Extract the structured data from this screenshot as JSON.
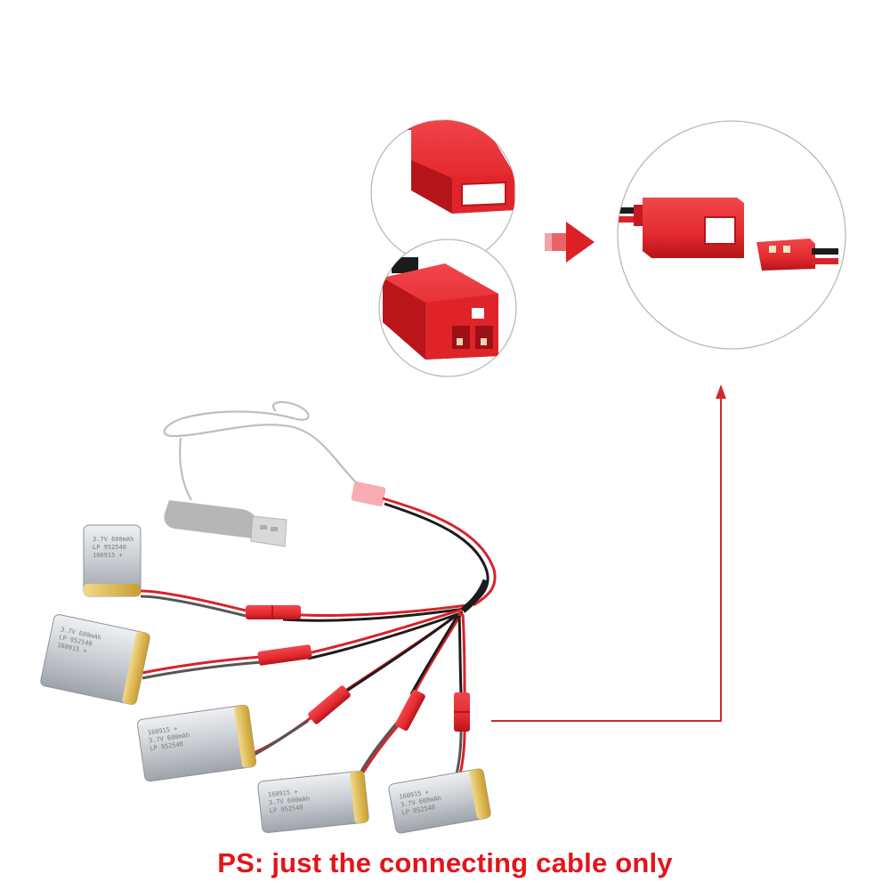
{
  "caption": {
    "text": "PS: just the connecting cable only",
    "color": "#e4141b"
  },
  "colors": {
    "connector_red": "#e42a2f",
    "connector_shadow": "#b5141a",
    "wire_red": "#d8232a",
    "wire_black": "#1b1b1b",
    "arrow_red": "#dd1f26",
    "callout_line": "#d12a2a",
    "circle_border": "#b9b9b9",
    "battery_silver": "#c9ccd1",
    "battery_gold": "#d6b24a"
  },
  "icons": {
    "female_connector": "jst-female-plug-icon",
    "male_connector": "jst-male-plug-icon",
    "mated_connector": "jst-connected-pair-icon",
    "usb_charger": "usb-plug-icon",
    "battery": "lipo-battery-icon",
    "arrow": "right-arrow-icon",
    "callout": "up-arrow-icon"
  },
  "batteries": [
    {
      "lines": [
        "3.7V 600mAh",
        "LP 952540",
        "160915 +"
      ]
    },
    {
      "lines": [
        "3.7V 600mAh",
        "LP 952540",
        "160915 +"
      ]
    },
    {
      "lines": [
        "160915 +",
        "3.7V 600mAh",
        "LP 952540"
      ]
    },
    {
      "lines": [
        "160915 +",
        "3.7V 600mAh",
        "LP 952540"
      ]
    },
    {
      "lines": [
        "160915 +",
        "3.7V 600mAh",
        "LP 952540"
      ]
    }
  ]
}
